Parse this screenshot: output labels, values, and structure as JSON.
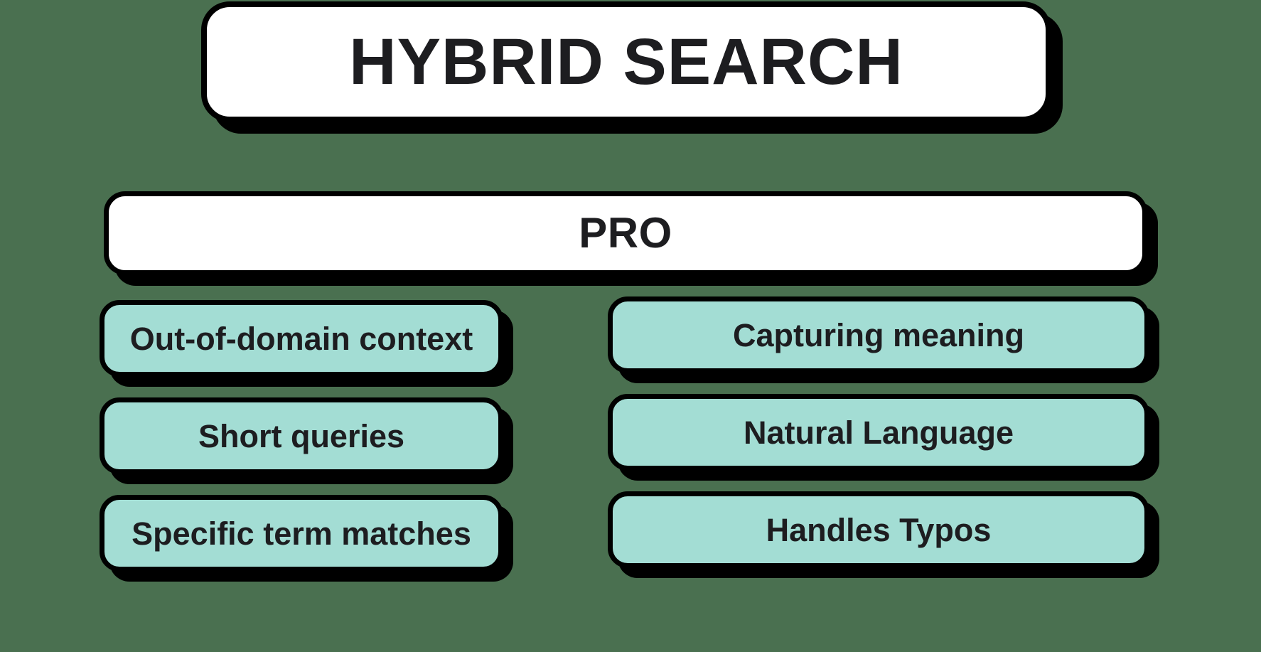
{
  "theme": {
    "background_color": "#4a7050",
    "card_background": "#ffffff",
    "item_background": "#a3ddd4",
    "border_color": "#000000",
    "text_color": "#1d1d20"
  },
  "header": {
    "title": "HYBRID SEARCH"
  },
  "section": {
    "title": "PRO"
  },
  "columns": [
    {
      "id": "left",
      "items": [
        {
          "label": "Out-of-domain context"
        },
        {
          "label": "Short queries"
        },
        {
          "label": "Specific term matches"
        }
      ]
    },
    {
      "id": "right",
      "items": [
        {
          "label": "Capturing meaning"
        },
        {
          "label": "Natural Language"
        },
        {
          "label": "Handles Typos"
        }
      ]
    }
  ]
}
